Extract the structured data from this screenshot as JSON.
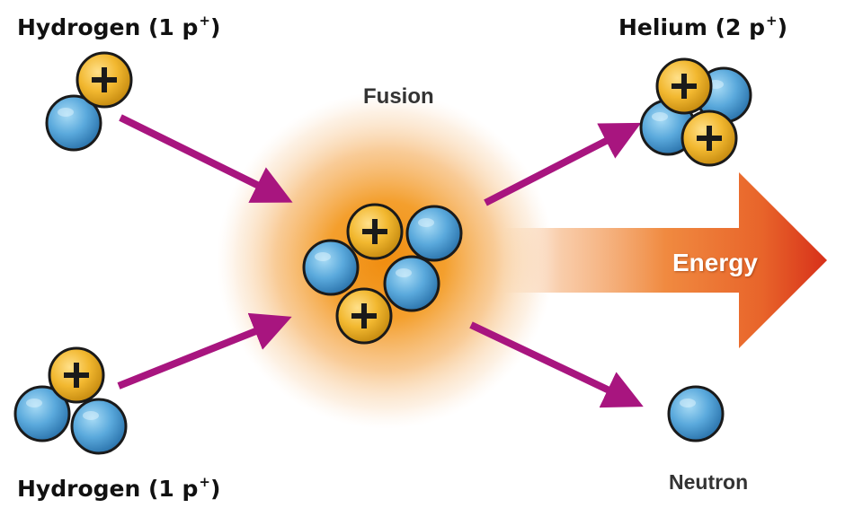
{
  "labels": {
    "hydrogen_top": {
      "name": "Hydrogen",
      "charge": "(1 p",
      "sup": "+",
      "close": ")"
    },
    "hydrogen_bottom": {
      "name": "Hydrogen",
      "charge": "(1 p",
      "sup": "+",
      "close": ")"
    },
    "helium": {
      "name": "Helium",
      "charge": "(2 p",
      "sup": "+",
      "close": ")"
    },
    "fusion": "Fusion",
    "energy": "Energy",
    "neutron": "Neutron"
  },
  "symbols": {
    "proton_sign": "+"
  },
  "colors": {
    "proton": "#f2b830",
    "neutron": "#5aa9dc",
    "arrow": "#a8157f",
    "glow": "#f39a1f",
    "energy_arrow": "#e2501c"
  }
}
